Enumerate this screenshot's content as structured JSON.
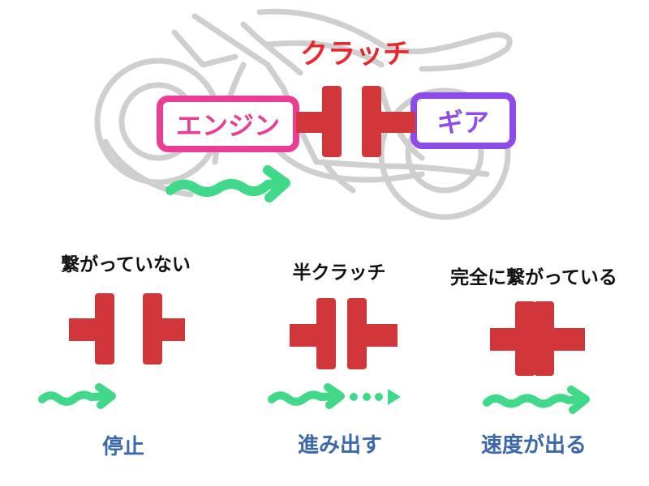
{
  "title": "クラッチ",
  "engine_label": "エンジン",
  "gear_label": "ギア",
  "states": [
    {
      "heading": "繋がっていない",
      "result": "停止"
    },
    {
      "heading": "半クラッチ",
      "result": "進み出す"
    },
    {
      "heading": "完全に繋がっている",
      "result": "速度が出る"
    }
  ],
  "colors": {
    "clutch": "#d1363a",
    "engine": "#ea3d93",
    "gear": "#8e4bea",
    "arrow": "#3fd989",
    "result": "#3a68a8",
    "sketch": "#cfcfcf",
    "heading": "#111111"
  }
}
